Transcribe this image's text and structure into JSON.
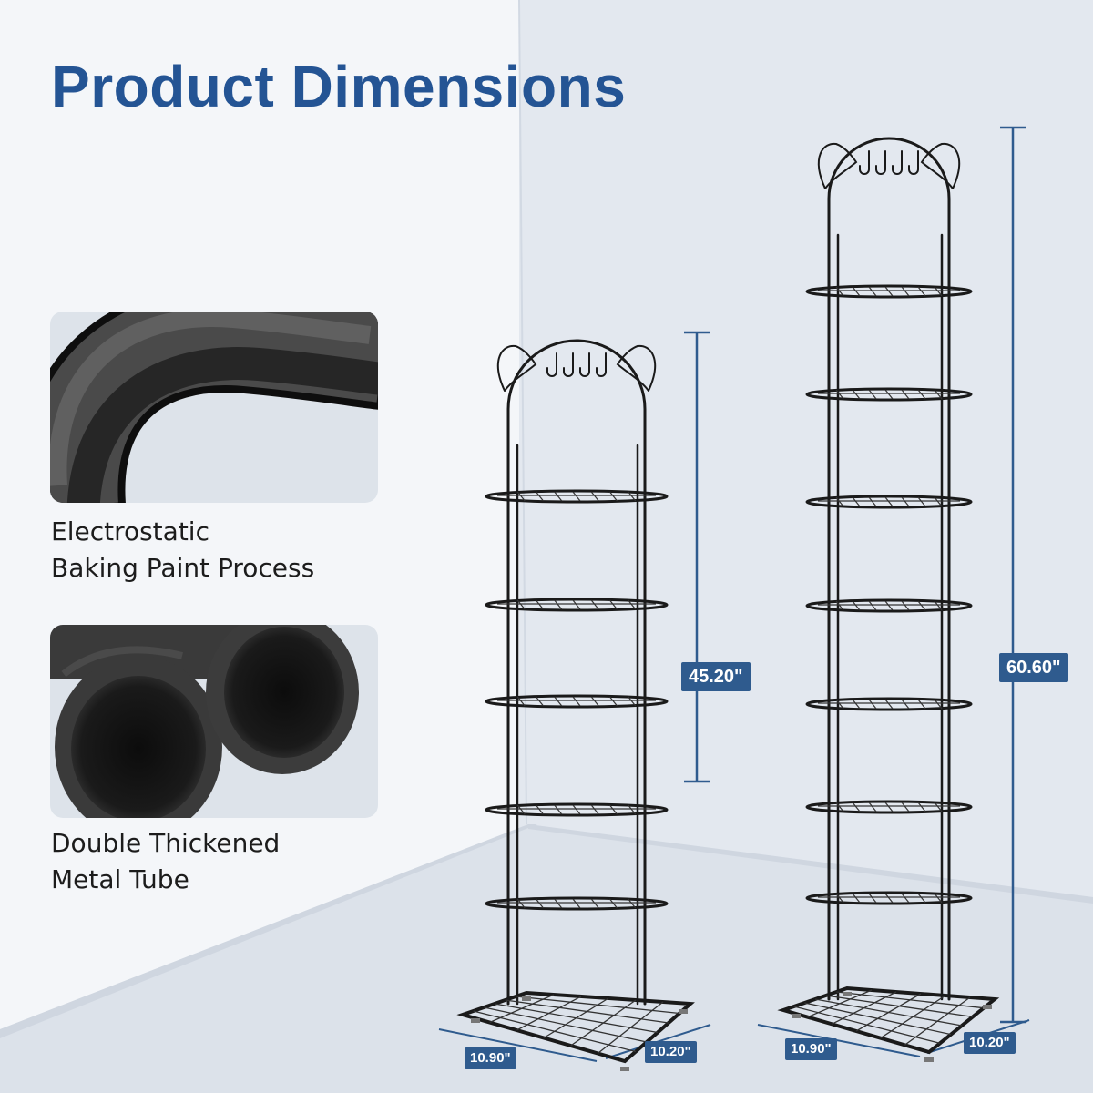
{
  "title": "Product Dimensions",
  "features": [
    {
      "line1": "Electrostatic",
      "line2": "Baking Paint Process"
    },
    {
      "line1": "Double Thickened",
      "line2": "Metal Tube"
    }
  ],
  "racks": [
    {
      "height": "45.20\"",
      "width": "10.90\"",
      "depth": "10.20\""
    },
    {
      "height": "60.60\"",
      "width": "10.90\"",
      "depth": "10.20\""
    }
  ],
  "colors": {
    "accent": "#245494",
    "label_bg": "#2f5b8e",
    "frame": "#1a1a1a"
  }
}
